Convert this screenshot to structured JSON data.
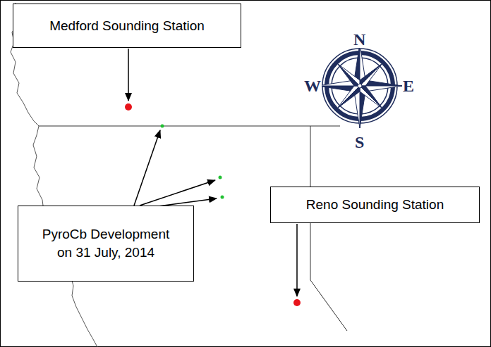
{
  "diagram": {
    "nodes": [
      {
        "text": [
          "Medford Sounding Station"
        ]
      },
      {
        "text": [
          "PyroCb Development on 31 July, 2014"
        ]
      },
      {
        "text": [
          "Reno Sounding Station"
        ]
      }
    ],
    "labels": [
      "N",
      "E",
      "S",
      "W"
    ]
  }
}
